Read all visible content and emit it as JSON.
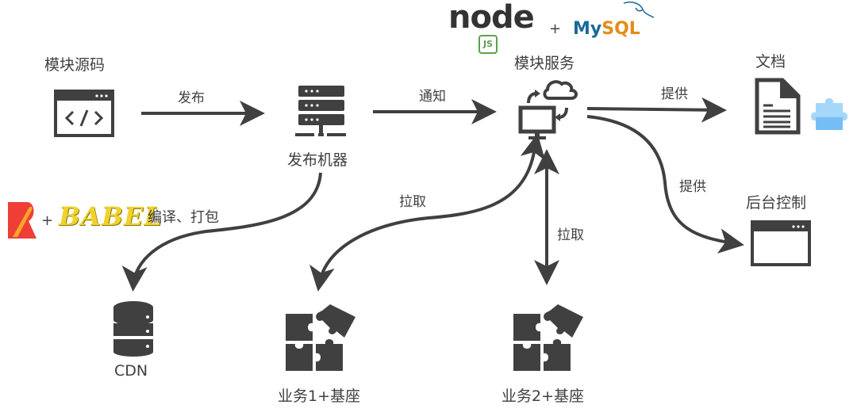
{
  "nodes": {
    "source": {
      "label": "模块源码",
      "icon": "code-window-icon"
    },
    "publisher": {
      "label": "发布机器",
      "icon": "server-icon"
    },
    "service": {
      "label": "模块服务",
      "icon": "computer-cloud-sync-icon"
    },
    "docs": {
      "label": "文档",
      "icon": "document-icon"
    },
    "admin": {
      "label": "后台控制",
      "icon": "browser-window-icon"
    },
    "cdn": {
      "label": "CDN",
      "icon": "database-icon"
    },
    "biz1": {
      "label": "业务1+基座",
      "icon": "puzzle-icon"
    },
    "biz2": {
      "label": "业务2+基座",
      "icon": "puzzle-icon"
    }
  },
  "edges": {
    "publish": "发布",
    "notify": "通知",
    "provide_docs": "提供",
    "provide_admin": "提供",
    "pull1": "拉取",
    "pull2": "拉取",
    "build": "编译、打包"
  },
  "tech": {
    "node": "node",
    "node_js": "JS",
    "plus1": "+",
    "mysql_my": "My",
    "mysql_sql": "SQL",
    "plus2": "+",
    "babel": "BABEL"
  },
  "colors": {
    "stroke": "#404040",
    "node_green": "#5fa04e",
    "mysql_blue": "#1b6a9a",
    "mysql_orange": "#e38b1b",
    "rollup_red": "#ef3e36",
    "babel_yellow": "#f0d22a",
    "plugin_blue": "#7cc4f8"
  }
}
